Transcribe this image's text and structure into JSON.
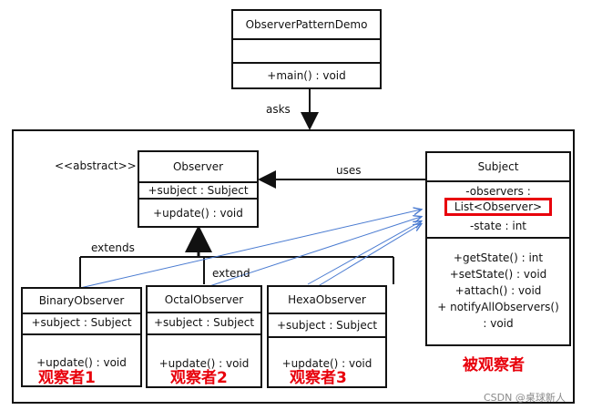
{
  "diagram": {
    "demo": {
      "name": "ObserverPatternDemo",
      "method": "+main() : void"
    },
    "asks_label": "asks",
    "uses_label": "uses",
    "extends_label": "extends",
    "extend_label": "extend",
    "abstract_stereotype": "<<abstract>>",
    "observer": {
      "name": "Observer",
      "field": "+subject : Subject",
      "method": "+update() : void"
    },
    "subject": {
      "name": "Subject",
      "field_line1": "-observers :",
      "field_line2_highlight": "List<Observer>",
      "field_line3": "-state : int",
      "methods": [
        "+getState() : int",
        "+setState() : void",
        "+attach() : void",
        "+ notifyAllObservers()",
        ": void"
      ]
    },
    "binary": {
      "name": "BinaryObserver",
      "field": "+subject : Subject",
      "method": "+update() : void",
      "caption": "观察者1"
    },
    "octal": {
      "name": "OctalObserver",
      "field": "+subject : Subject",
      "method": "+update() : void",
      "caption": "观察者2"
    },
    "hexa": {
      "name": "HexaObserver",
      "field": "+subject : Subject",
      "method": "+update() : void",
      "caption": "观察者3"
    },
    "subject_caption": "被观察者",
    "watermark": "CSDN @桌球新人",
    "colors": {
      "line": "#111111",
      "blue_arrow": "#4a7bd1",
      "highlight": "#e8000b"
    }
  }
}
